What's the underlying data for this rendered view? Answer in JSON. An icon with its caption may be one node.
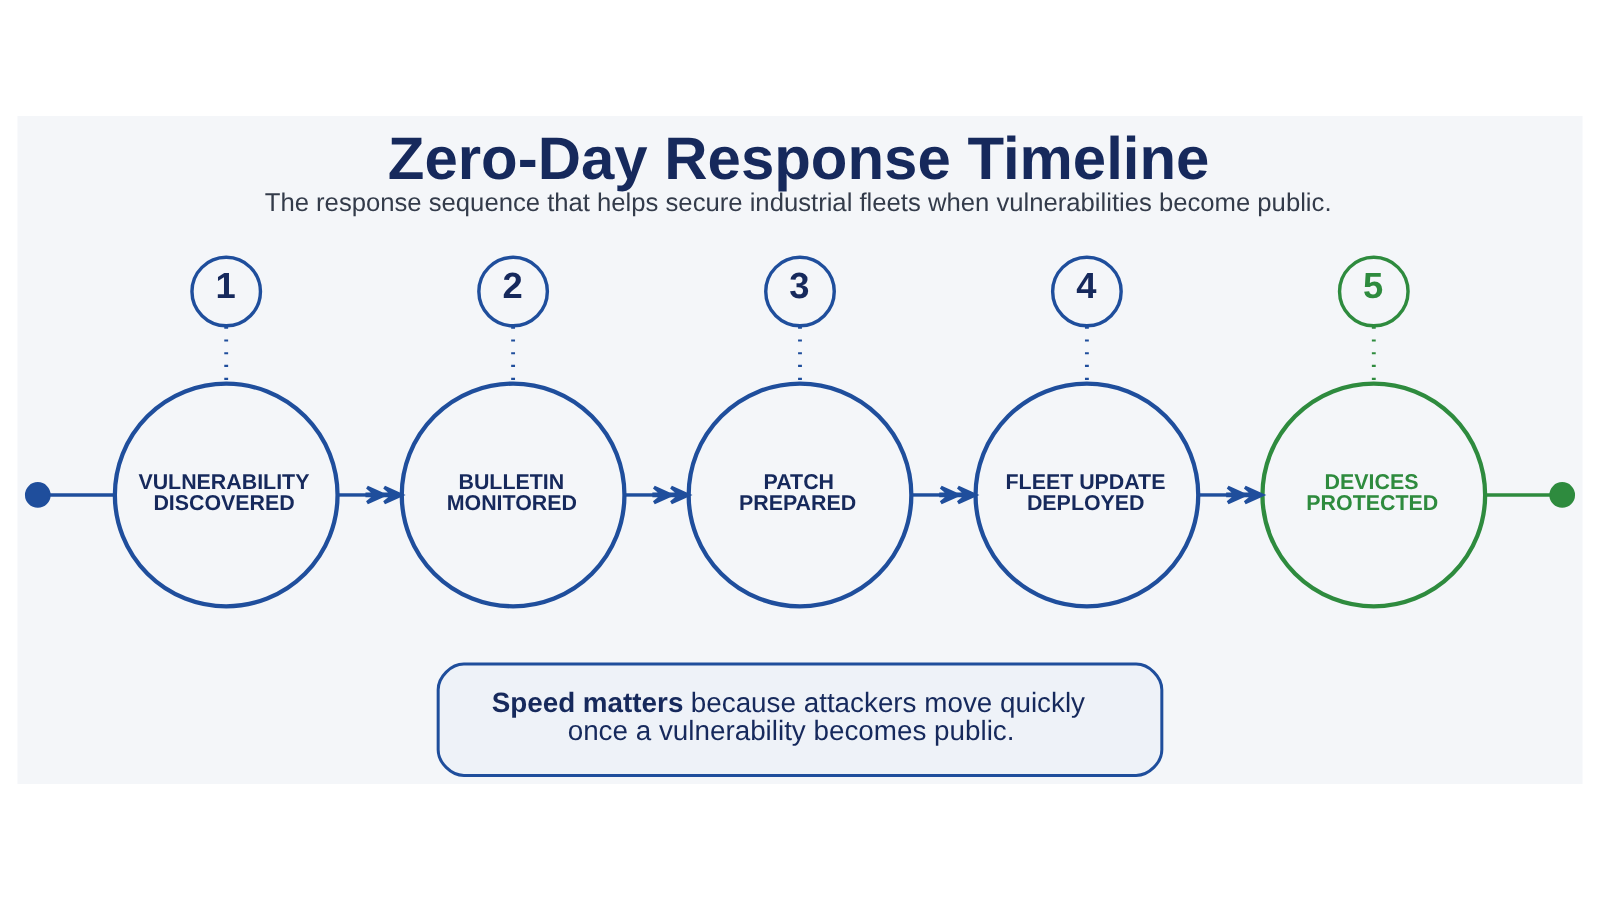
{
  "diagram": {
    "title": "Zero-Day Response Timeline",
    "caption": "The response sequence that helps secure industrial fleets when vulnerabilities become public.",
    "nodes": [
      {
        "text": [
          "1"
        ]
      },
      {
        "text": [
          "2"
        ]
      },
      {
        "text": [
          "3"
        ]
      },
      {
        "text": [
          "4"
        ]
      },
      {
        "text": [
          "5"
        ]
      },
      {
        "text": [],
        "shape": "circle"
      },
      {
        "text": [
          "VULNERABILITY DISCOVERED"
        ]
      },
      {
        "text": [
          "BULLETIN MONITORED"
        ]
      },
      {
        "text": [
          "PATCH PREPARED"
        ]
      },
      {
        "text": [
          "FLEET UPDATE DEPLOYED"
        ]
      },
      {
        "text": [
          "DEVICES PROTECTED"
        ]
      },
      {
        "text": [],
        "shape": "circle"
      },
      {
        "text": [
          "**Speed matters** because attackers move quickly once a vulnerability becomes public."
        ]
      }
    ],
    "edges": [
      {
        "from": 0,
        "to": 6,
        "arrow": "none",
        "style": "dashed"
      },
      {
        "from": 1,
        "to": 7,
        "arrow": "none",
        "style": "dashed"
      },
      {
        "from": 2,
        "to": 8,
        "arrow": "none",
        "style": "dashed"
      },
      {
        "from": 3,
        "to": 9,
        "arrow": "none",
        "style": "dashed"
      },
      {
        "from": 4,
        "to": 10,
        "arrow": "none",
        "style": "dashed",
        "color": "#2e8b3e"
      },
      {
        "from": 5,
        "to": 6,
        "arrow": "none"
      },
      {
        "from": 6,
        "to": 7,
        "arrow": "to"
      },
      {
        "from": 7,
        "to": 8,
        "arrow": "to"
      },
      {
        "from": 8,
        "to": 9,
        "arrow": "to"
      },
      {
        "from": 9,
        "to": 10,
        "arrow": "to"
      },
      {
        "from": 10,
        "to": 11,
        "arrow": "none",
        "color": "#2e8b3e"
      }
    ]
  }
}
